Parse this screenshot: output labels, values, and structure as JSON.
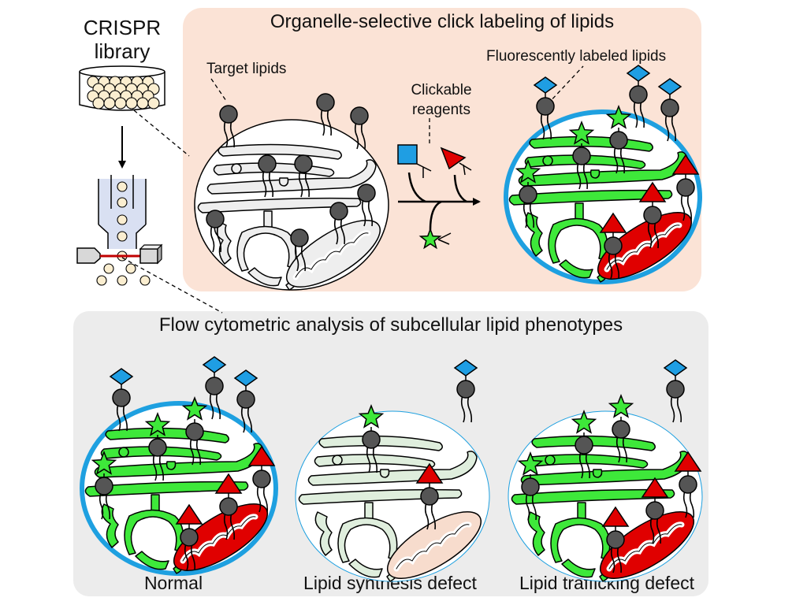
{
  "library": {
    "title_line1": "CRISPR",
    "title_line2": "library"
  },
  "top_panel": {
    "title": "Organelle-selective click labeling of lipids",
    "target_label": "Target lipids",
    "reagents_label_line1": "Clickable",
    "reagents_label_line2": "reagents",
    "labeled_label": "Fluorescently labeled lipids",
    "reagents": [
      "blue-square",
      "red-triangle",
      "green-star"
    ]
  },
  "bottom_panel": {
    "title": "Flow cytometric analysis of subcellular lipid phenotypes",
    "cells": [
      {
        "label": "Normal",
        "state": "normal"
      },
      {
        "label": "Lipid synthesis defect",
        "state": "synthesis-defect"
      },
      {
        "label": "Lipid trafficking defect",
        "state": "trafficking-defect"
      }
    ]
  },
  "colors": {
    "top_bg": "#fbe3d6",
    "bottom_bg": "#ececec",
    "membrane_blue": "#1ea0e0",
    "diamond_blue": "#1f9ee3",
    "er_green": "#3ee83a",
    "er_pale": "#dfeedd",
    "mito_red": "#e00000",
    "mito_pale": "#f7dccd",
    "lipid_head": "#555555",
    "bead": "#fbeed0",
    "flow_blue": "#d9e0f2"
  }
}
